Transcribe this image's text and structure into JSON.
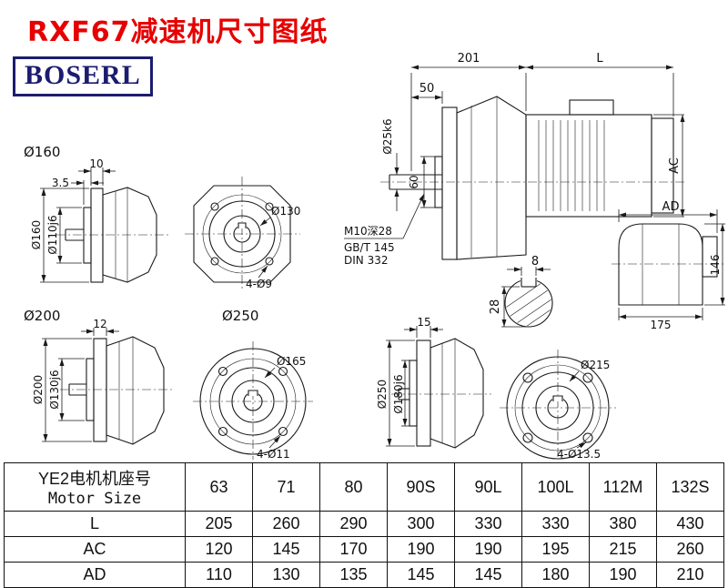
{
  "colors": {
    "title_red": "#e60000",
    "brand_navy": "#1c1c70",
    "line_black": "#1a1a1a"
  },
  "header": {
    "title": "RXF67减速机尺寸图纸",
    "brand": "BOSERL"
  },
  "assembly_view": {
    "dim_length_gearbox": "201",
    "dim_length_motor": "L",
    "dim_50": "50",
    "dim_shaft_dia": "Ø25k6",
    "dim_boss_dia": "60",
    "dim_motor_height": "AC",
    "tap_note_line1": "M10深28",
    "tap_note_line2": "GB/T 145",
    "tap_note_line3": "DIN 332"
  },
  "key_section": {
    "dim_key_width": "8",
    "dim_key_depth": "28"
  },
  "flange_160": {
    "label": "Ø160",
    "dim_plate": "10",
    "dim_boss": "3.5",
    "dim_flange_dia": "Ø160",
    "dim_spigot_dia": "Ø110j6",
    "dim_bolt_circle": "Ø130",
    "dim_holes": "4-Ø9"
  },
  "rear_view": {
    "dim_ad": "AD",
    "dim_146": "146",
    "dim_175": "175"
  },
  "flange_200": {
    "label": "Ø200",
    "dim_plate": "12",
    "dim_flange_dia": "Ø200",
    "dim_spigot_dia": "Ø130j6",
    "dim_bolt_circle": "Ø165",
    "dim_holes": "4-Ø11"
  },
  "flange_250": {
    "label": "Ø250",
    "dim_plate": "15",
    "dim_flange_dia": "Ø250",
    "dim_spigot_dia": "Ø180j6",
    "dim_bolt_circle": "Ø215",
    "dim_holes": "4-Ø13.5"
  },
  "table": {
    "motor_header_cn": "YE2电机机座号",
    "motor_header_en": "Motor Size",
    "sizes": [
      "63",
      "71",
      "80",
      "90S",
      "90L",
      "100L",
      "112M",
      "132S"
    ],
    "rows": [
      {
        "label": "L",
        "values": [
          "205",
          "260",
          "290",
          "300",
          "330",
          "330",
          "380",
          "430"
        ]
      },
      {
        "label": "AC",
        "values": [
          "120",
          "145",
          "170",
          "190",
          "190",
          "195",
          "215",
          "260"
        ]
      },
      {
        "label": "AD",
        "values": [
          "110",
          "130",
          "135",
          "145",
          "145",
          "180",
          "190",
          "210"
        ]
      }
    ]
  }
}
